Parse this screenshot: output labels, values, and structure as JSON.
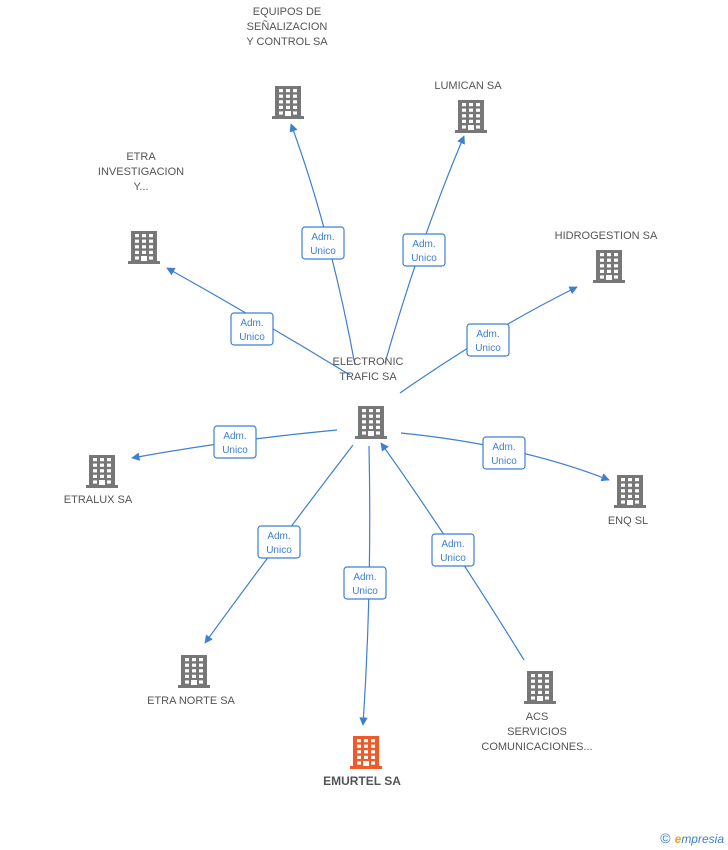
{
  "colors": {
    "edge": "#3d7fd1",
    "building": "#777777",
    "building_highlight": "#f05a28",
    "label": "#555555"
  },
  "center": {
    "id": "electronic",
    "label_lines": [
      "ELECTRONIC",
      "TRAFIC SA"
    ]
  },
  "nodes": [
    {
      "id": "equipos",
      "label_lines": [
        "EQUIPOS DE",
        "SEÑALIZACION",
        "Y CONTROL SA"
      ],
      "icon": "building-icon"
    },
    {
      "id": "lumican",
      "label_lines": [
        "LUMICAN SA"
      ],
      "icon": "building-icon"
    },
    {
      "id": "etra_inv",
      "label_lines": [
        "ETRA",
        "INVESTIGACION",
        "Y..."
      ],
      "icon": "building-icon"
    },
    {
      "id": "hidrogestion",
      "label_lines": [
        "HIDROGESTION SA"
      ],
      "icon": "building-icon"
    },
    {
      "id": "etralux",
      "label_lines": [
        "ETRALUX SA"
      ],
      "icon": "building-icon"
    },
    {
      "id": "enq",
      "label_lines": [
        "ENQ SL"
      ],
      "icon": "building-icon"
    },
    {
      "id": "etra_norte",
      "label_lines": [
        "ETRA NORTE SA"
      ],
      "icon": "building-icon"
    },
    {
      "id": "emurtel",
      "label_lines": [
        "EMURTEL SA"
      ],
      "icon": "building-icon",
      "highlight": true
    },
    {
      "id": "acs",
      "label_lines": [
        "ACS",
        "SERVICIOS",
        "COMUNICACIONES..."
      ],
      "icon": "building-icon"
    }
  ],
  "edges": [
    {
      "to": "equipos",
      "badge_lines": [
        "Adm.",
        "Unico"
      ]
    },
    {
      "to": "lumican",
      "badge_lines": [
        "Adm.",
        "Unico"
      ]
    },
    {
      "to": "etra_inv",
      "badge_lines": [
        "Adm.",
        "Unico"
      ]
    },
    {
      "to": "hidrogestion",
      "badge_lines": [
        "Adm.",
        "Unico"
      ]
    },
    {
      "to": "etralux",
      "badge_lines": [
        "Adm.",
        "Unico"
      ]
    },
    {
      "to": "enq",
      "badge_lines": [
        "Adm.",
        "Unico"
      ]
    },
    {
      "to": "etra_norte",
      "badge_lines": [
        "Adm.",
        "Unico"
      ]
    },
    {
      "to": "emurtel",
      "badge_lines": [
        "Adm.",
        "Unico"
      ]
    },
    {
      "from": "acs",
      "to": "electronic",
      "badge_lines": [
        "Adm.",
        "Unico"
      ]
    }
  ],
  "footer": {
    "copyright": "©",
    "brand_e": "e",
    "brand_rest": "mpresia"
  }
}
